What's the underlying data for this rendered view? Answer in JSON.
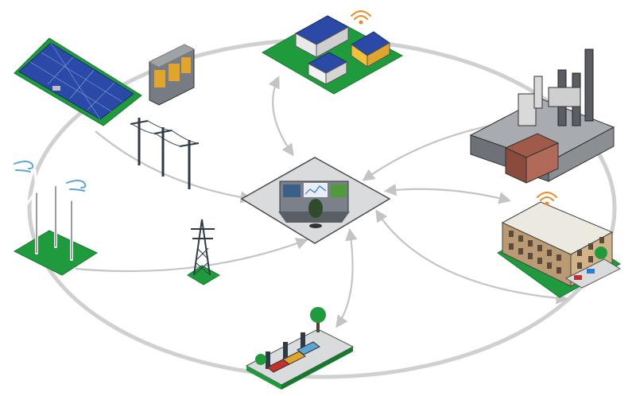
{
  "diagram": {
    "title": "",
    "center_node": {
      "id": "control-center",
      "icon": "control-room-operator-icon"
    },
    "nodes": [
      {
        "id": "solar-and-battery",
        "icon": "solar-panel-battery-icon"
      },
      {
        "id": "power-lines",
        "icon": "utility-pole-icon"
      },
      {
        "id": "wind-turbines",
        "icon": "wind-turbine-icon"
      },
      {
        "id": "transmission-tower",
        "icon": "transmission-tower-icon"
      },
      {
        "id": "smart-homes",
        "icon": "smart-home-wifi-icon"
      },
      {
        "id": "power-plant",
        "icon": "power-plant-icon"
      },
      {
        "id": "commercial-building",
        "icon": "office-building-wifi-icon"
      },
      {
        "id": "ev-charging",
        "icon": "ev-charging-station-icon"
      }
    ],
    "connections": [
      {
        "from": "smart-homes",
        "to": "control-center",
        "bidirectional": true
      },
      {
        "from": "power-lines",
        "to": "control-center",
        "bidirectional": false
      },
      {
        "from": "transmission-tower",
        "to": "control-center",
        "bidirectional": false
      },
      {
        "from": "power-plant",
        "to": "control-center",
        "bidirectional": false
      },
      {
        "from": "commercial-building",
        "to": "control-center",
        "bidirectional": true
      },
      {
        "from": "ev-charging",
        "to": "control-center",
        "bidirectional": true
      }
    ],
    "colors": {
      "ring": "#d0d0d0",
      "arrow": "#c4c4c4",
      "grass": "#1f9a3c",
      "grass_dark": "#157a2c",
      "platform": "#d8dadc",
      "solar": "#2b4aa8",
      "wind_accent": "#5aa6d6"
    }
  }
}
